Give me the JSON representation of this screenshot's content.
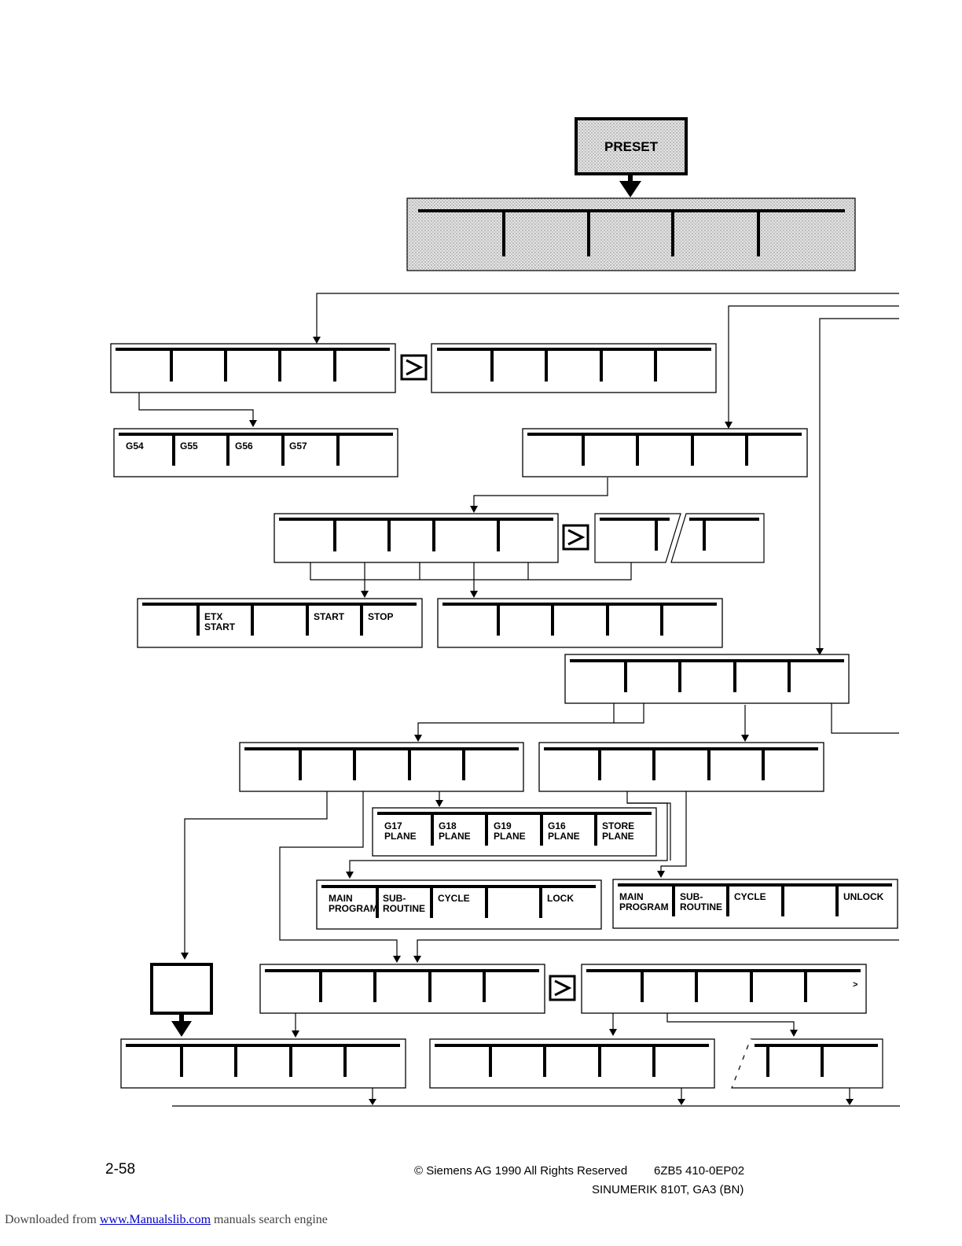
{
  "diagram": {
    "root_label": "PRESET",
    "softkeys": {
      "zero_offsets": [
        "G54",
        "G55",
        "G56",
        "G57"
      ],
      "etx": [
        "ETX\nSTART",
        "START",
        "STOP"
      ],
      "planes": [
        "G17\nPLANE",
        "G18\nPLANE",
        "G19\nPLANE",
        "G16\nPLANE",
        "STORE\nPLANE"
      ],
      "lock_row": [
        "MAIN\nPROGRAM",
        "SUB-\nROUTINE",
        "CYCLE",
        "LOCK"
      ],
      "unlock_row": [
        "MAIN\nPROGRAM",
        "SUB-\nROUTINE",
        "CYCLE",
        "UNLOCK"
      ],
      "more_symbol": ">",
      "continue_symbol": ">"
    }
  },
  "footer": {
    "page_number": "2-58",
    "copyright": "© Siemens AG 1990 All Rights Reserved",
    "order_number": "6ZB5 410-0EP02",
    "product": "SINUMERIK 810T, GA3 (BN)"
  },
  "download_line": {
    "prefix": "Downloaded from",
    "link_text": "www.Manualslib.com",
    "suffix": "manuals search engine"
  }
}
